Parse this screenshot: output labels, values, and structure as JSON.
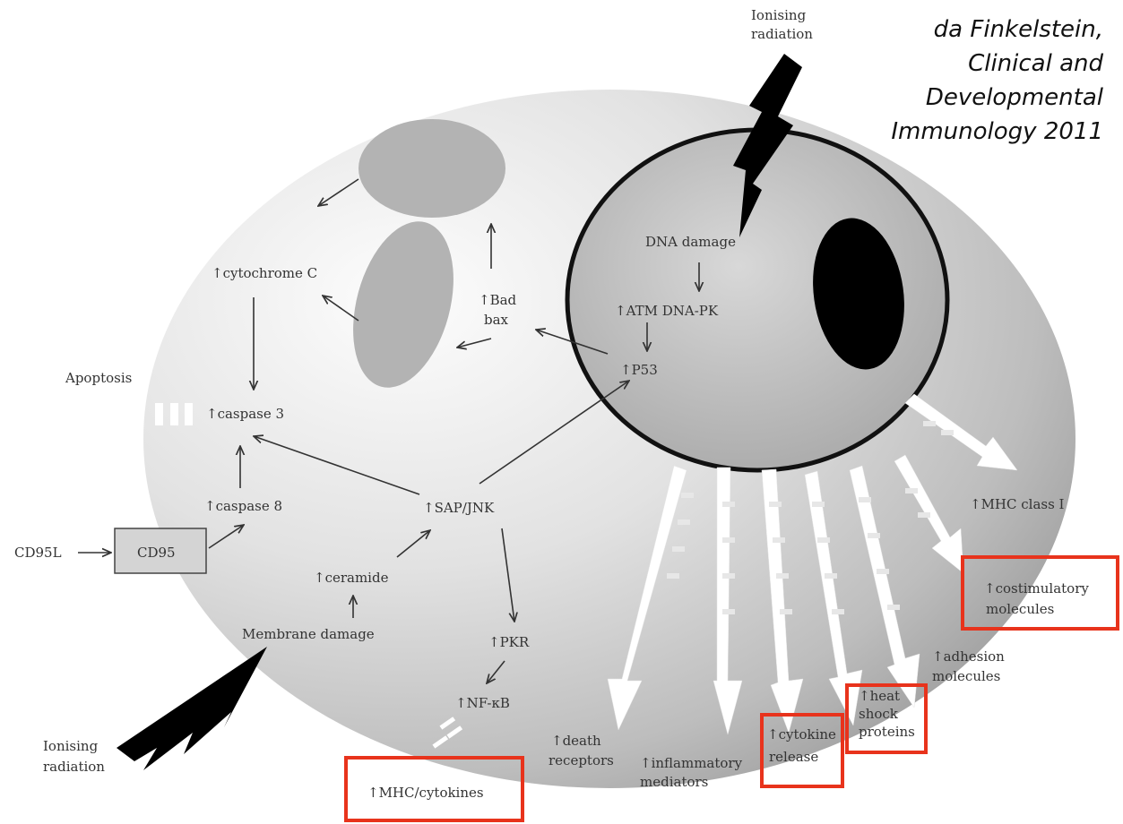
{
  "credit": {
    "lines": [
      "da Finkelstein,",
      "Clinical and",
      "Developmental",
      "Immunology 2011"
    ]
  },
  "labels": {
    "ionising_top": [
      "Ionising",
      "radiation"
    ],
    "ionising_bottom": [
      "Ionising",
      "radiation"
    ],
    "dna_damage": "DNA damage",
    "atm": "↑ATM DNA-PK",
    "p53": "↑P53",
    "bad_bax": [
      "↑Bad",
      "bax"
    ],
    "cytochrome": "↑cytochrome C",
    "apoptosis": "Apoptosis",
    "caspase3": "↑caspase 3",
    "caspase8": "↑caspase 8",
    "cd95l": "CD95L",
    "cd95": "CD95",
    "sap_jnk": "↑SAP/JNK",
    "ceramide": "↑ceramide",
    "membrane_damage": "Membrane damage",
    "pkr": "↑PKR",
    "nfkb": "↑NF-κB",
    "mhc_cytokines": "↑MHC/cytokines",
    "death_receptors": [
      "↑death",
      "receptors"
    ],
    "inflammatory": [
      "↑inflammatory",
      "mediators"
    ],
    "cytokine_release": [
      "↑cytokine",
      "release"
    ],
    "heat_shock": [
      "↑heat",
      "shock",
      "proteins"
    ],
    "adhesion": [
      "↑adhesion",
      "molecules"
    ],
    "costimulatory": [
      "↑costimulatory",
      "molecules"
    ],
    "mhc_class": "↑MHC class I"
  },
  "colors": {
    "highlight": "#e8331c",
    "organelle": "#b3b3b3",
    "nucleolus": "#000000"
  }
}
